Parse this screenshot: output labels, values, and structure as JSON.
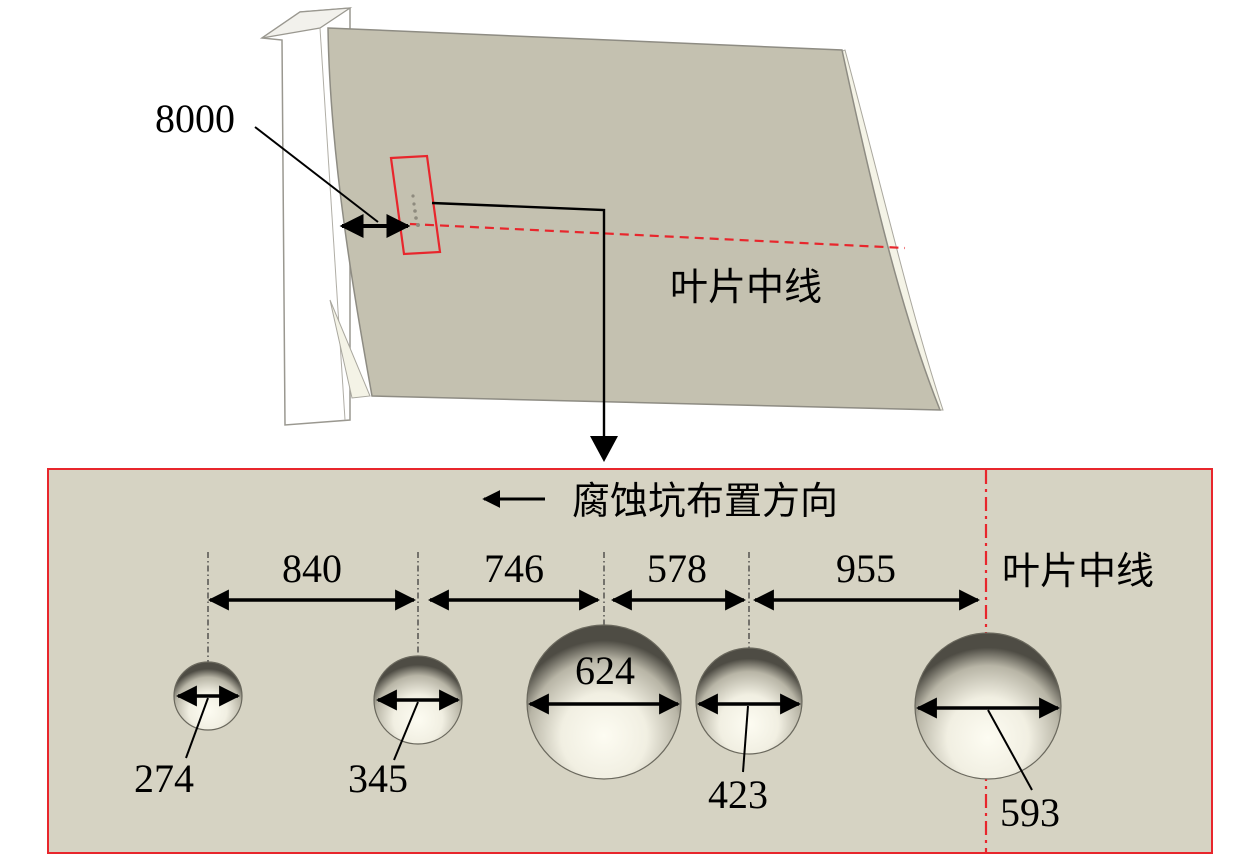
{
  "overview": {
    "blade_length_label": "8000",
    "midline_label": "叶片中线"
  },
  "detail": {
    "direction_label": "腐蚀坑布置方向",
    "midline_label": "叶片中线",
    "spacings": [
      "840",
      "746",
      "578",
      "955"
    ],
    "pits": [
      {
        "diameter": "274"
      },
      {
        "diameter": "345"
      },
      {
        "diameter": "624"
      },
      {
        "diameter": "423"
      },
      {
        "diameter": "593"
      }
    ]
  },
  "colors": {
    "blade": "#c4c1b0",
    "panel": "#d6d3c3",
    "highlight": "#e8262c",
    "line": "#000000"
  }
}
